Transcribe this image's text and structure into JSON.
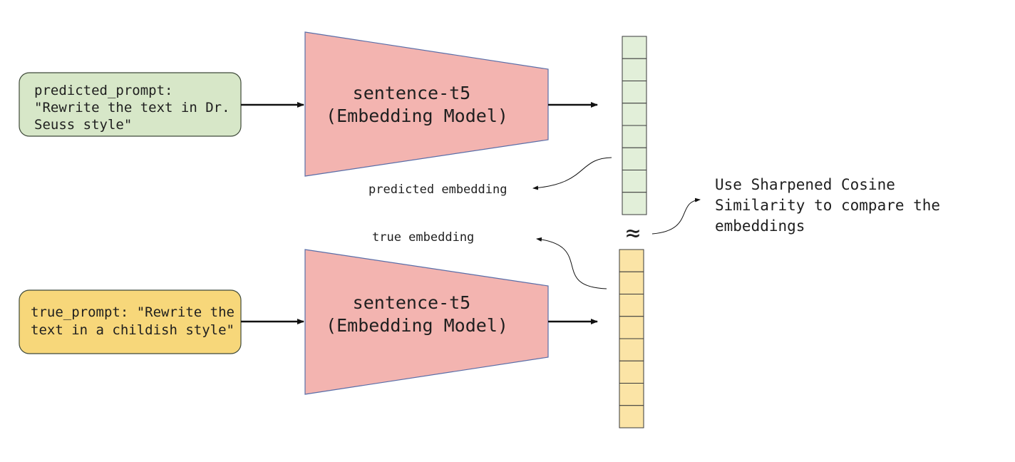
{
  "input_top": {
    "lines": [
      "predicted_prompt:",
      "\"Rewrite the text in Dr.",
      "Seuss style\""
    ],
    "fill": "#d7e7c8",
    "stroke": "#3f4a3a"
  },
  "input_bottom": {
    "lines": [
      "true_prompt: \"Rewrite the",
      "text in a childish style\""
    ],
    "fill": "#f7d77a",
    "stroke": "#3f4a3a"
  },
  "model_top": {
    "lines": [
      "sentence-t5",
      "(Embedding Model)"
    ]
  },
  "model_bottom": {
    "lines": [
      "sentence-t5",
      "(Embedding Model)"
    ]
  },
  "model_style": {
    "fill": "#f3b4b0",
    "stroke": "#5a6ea8"
  },
  "embedding_top": {
    "cells": 8,
    "fill": "#e2efd9"
  },
  "embedding_bottom": {
    "cells": 8,
    "fill": "#fbe4a6"
  },
  "labels": {
    "predicted_embedding": "predicted embedding",
    "true_embedding": "true embedding",
    "approx": "≈",
    "compare": [
      "Use Sharpened Cosine",
      "Similarity to compare the",
      "embeddings"
    ]
  },
  "colors": {
    "text": "#1f1f1f",
    "arrow": "#111111"
  }
}
